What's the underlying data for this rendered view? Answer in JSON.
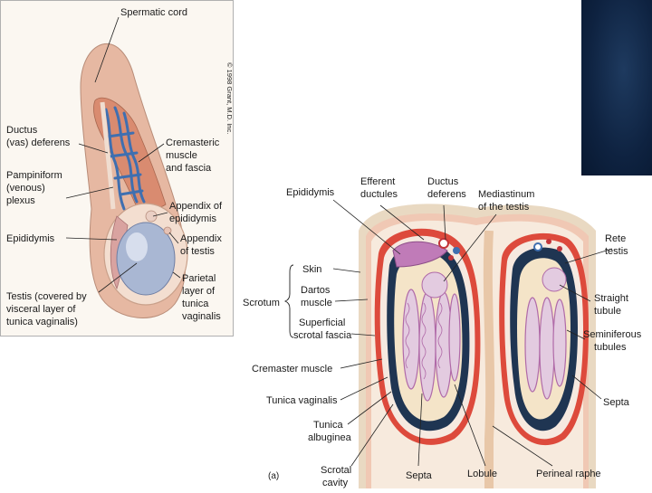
{
  "figure1": {
    "copyright": "© 1998 Grant, M.D. Inc.",
    "labels": {
      "spermatic_cord": "Spermatic cord",
      "ductus_line1": "Ductus",
      "ductus_line2": "(vas) deferens",
      "cremasteric_line1": "Cremasteric",
      "cremasteric_line2": "muscle",
      "cremasteric_line3": "and fascia",
      "pampiniform_line1": "Pampiniform",
      "pampiniform_line2": "(venous)",
      "pampiniform_line3": "plexus",
      "appendix_epi_line1": "Appendix of",
      "appendix_epi_line2": "epididymis",
      "epididymis": "Epididymis",
      "appendix_testis_line1": "Appendix",
      "appendix_testis_line2": "of testis",
      "testis_line1": "Testis (covered by",
      "testis_line2": "visceral layer of",
      "testis_line3": "tunica vaginalis)",
      "parietal_line1": "Parietal",
      "parietal_line2": "layer of",
      "parietal_line3": "tunica",
      "parietal_line4": "vaginalis"
    }
  },
  "figure2": {
    "part_label": "(a)",
    "labels": {
      "epididymis": "Epididymis",
      "efferent_line1": "Efferent",
      "efferent_line2": "ductules",
      "ductus_line1": "Ductus",
      "ductus_line2": "deferens",
      "mediastinum_line1": "Mediastinum",
      "mediastinum_line2": "of the testis",
      "rete_line1": "Rete",
      "rete_line2": "testis",
      "skin": "Skin",
      "dartos_line1": "Dartos",
      "dartos_line2": "muscle",
      "scrotum": "Scrotum",
      "superficial_line1": "Superficial",
      "superficial_line2": "scrotal fascia",
      "straight_line1": "Straight",
      "straight_line2": "tubule",
      "seminiferous_line1": "Seminiferous",
      "seminiferous_line2": "tubules",
      "cremaster": "Cremaster muscle",
      "septa_right": "Septa",
      "tunica_vag": "Tunica vaginalis",
      "tunica_alb_line1": "Tunica",
      "tunica_alb_line2": "albuginea",
      "scrotal_cavity_line1": "Scrotal",
      "scrotal_cavity_line2": "cavity",
      "septa_bottom": "Septa",
      "lobule": "Lobule",
      "perineal_raphe": "Perineal raphe"
    }
  },
  "colors": {
    "skin": "#e9d9c2",
    "dartos": "#f0c8b4",
    "cremaster": "#dd4a3c",
    "tunica_albuginea_dark": "#1f3552",
    "tubules": "#b06aa8",
    "tubule_bg": "#e3cbe0",
    "septa": "#f4e4c8",
    "vein_blue": "#4a78b8",
    "corner_bg": "#0e2240"
  }
}
